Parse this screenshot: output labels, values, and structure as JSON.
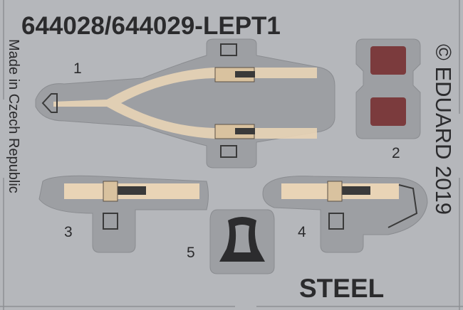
{
  "fret": {
    "title": "644028/644029-LEPT1",
    "origin": "Made in Czech Republic",
    "brand": "© EDUARD 2019",
    "material": "STEEL",
    "part_numbers": [
      "1",
      "2",
      "3",
      "4",
      "5"
    ]
  },
  "colors": {
    "background": "#b5b7bb",
    "part": "#9d9fa3",
    "belt": "#e9d4b6",
    "pad": "#7b3b3d",
    "buckle": "#3a3a3a"
  }
}
